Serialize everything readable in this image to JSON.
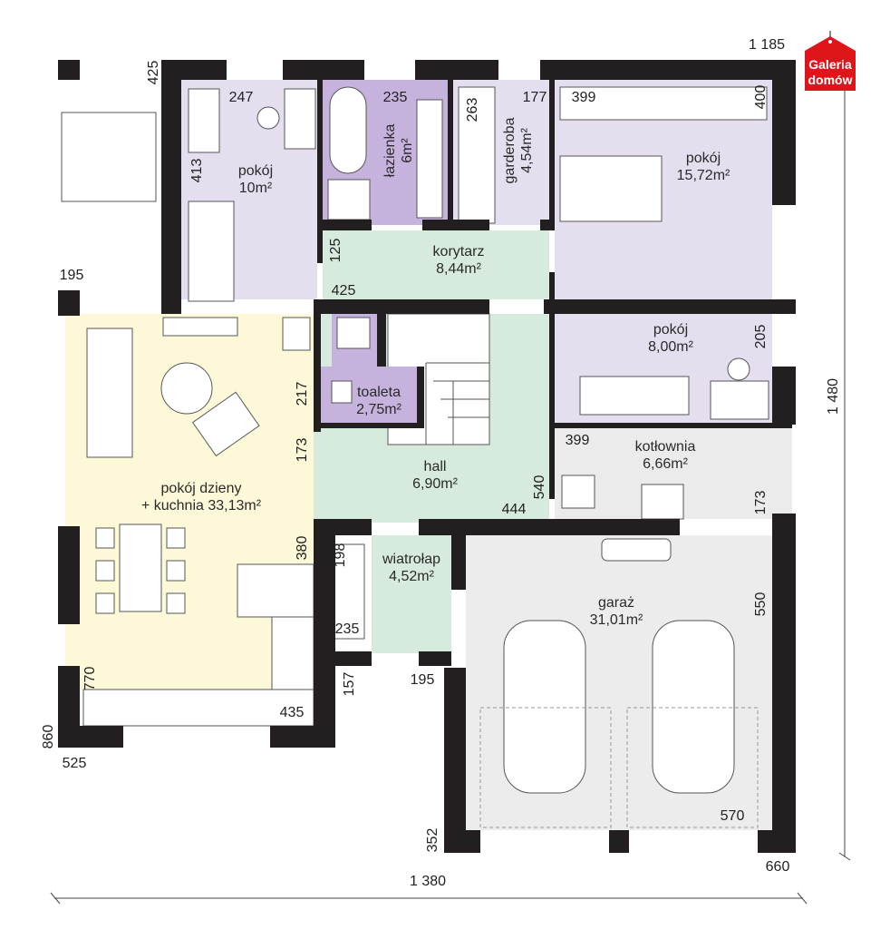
{
  "colors": {
    "wall": "#231f20",
    "bedroom": "#e4deef",
    "bathroom": "#c6b3dd",
    "circulation": "#d6eadd",
    "living": "#fdf9d8",
    "utility": "#ebebeb",
    "logo": "#e0141b"
  },
  "rooms": [
    {
      "id": "pokoj-1",
      "name": "pokój",
      "area": "10m²"
    },
    {
      "id": "lazienka",
      "name": "łazienka",
      "area": "6m²"
    },
    {
      "id": "garderoba",
      "name": "garderoba",
      "area": "4,54m²"
    },
    {
      "id": "pokoj-2",
      "name": "pokój",
      "area": "15,72m²"
    },
    {
      "id": "korytarz",
      "name": "korytarz",
      "area": "8,44m²"
    },
    {
      "id": "pokoj-3",
      "name": "pokój",
      "area": "8,00m²"
    },
    {
      "id": "toaleta",
      "name": "toaleta",
      "area": "2,75m²"
    },
    {
      "id": "kotlownia",
      "name": "kotłownia",
      "area": "6,66m²"
    },
    {
      "id": "hall",
      "name": "hall",
      "area": "6,90m²"
    },
    {
      "id": "pokoj-dzienny",
      "name": "pokój dzieny",
      "area": "+ kuchnia 33,13m²"
    },
    {
      "id": "wiatrolap",
      "name": "wiatrołap",
      "area": "4,52m²"
    },
    {
      "id": "garaz",
      "name": "garaż",
      "area": "31,01m²"
    }
  ],
  "dimensions": [
    "425",
    "247",
    "413",
    "235",
    "263",
    "177",
    "1 185",
    "399",
    "400",
    "125",
    "425",
    "195",
    "217",
    "173",
    "205",
    "1 480",
    "399",
    "173",
    "380",
    "540",
    "444",
    "198",
    "235",
    "550",
    "770",
    "435",
    "157",
    "195",
    "860",
    "525",
    "352",
    "570",
    "660",
    "1 380"
  ],
  "logo": {
    "line1": "Galeria",
    "line2": "domów"
  }
}
